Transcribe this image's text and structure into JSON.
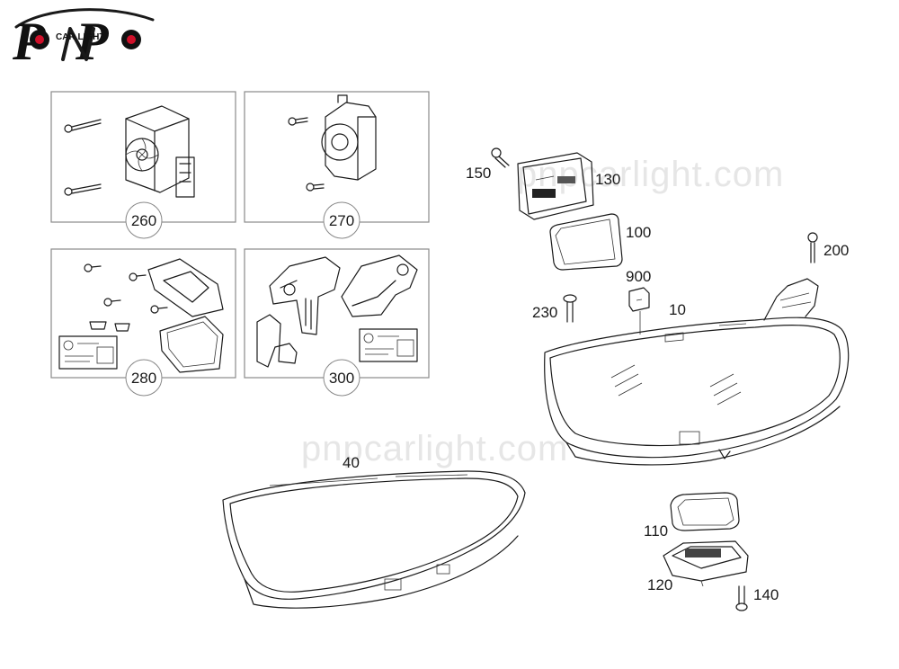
{
  "logo": {
    "brand_text": "CAR LIGHT",
    "letters": "PNP",
    "accent_color": "#d0102a"
  },
  "watermarks": [
    "pnpcarlight.com",
    "pnpcarlight.com"
  ],
  "parts": {
    "p260": "260",
    "p270": "270",
    "p280": "280",
    "p300": "300",
    "p150": "150",
    "p130": "130",
    "p100": "100",
    "p200": "200",
    "p900": "900",
    "p230": "230",
    "p10": "10",
    "p40": "40",
    "p110": "110",
    "p120": "120",
    "p140": "140"
  }
}
